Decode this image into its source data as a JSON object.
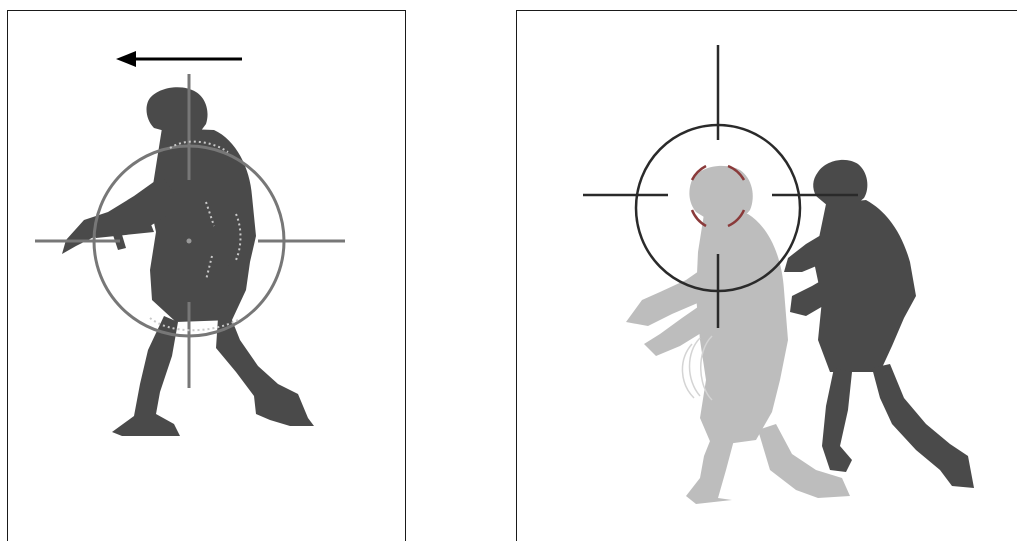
{
  "figure": {
    "left_panel": {
      "direction_arrow": "left-arrow-icon",
      "reticle": "crosshair-reticle",
      "subject": "moving-soldier-silhouette",
      "silhouette_color": "#4a4a4a",
      "reticle_color": "#777777",
      "arrow_color": "#000000"
    },
    "right_panel": {
      "reticle": "crosshair-reticle",
      "ghost_subject": "previous-position-silhouette",
      "subject": "current-soldier-silhouette",
      "silhouette_color": "#4a4a4a",
      "ghost_color": "#bdbdbd",
      "reticle_color": "#2a2a2a",
      "aim_marker_color": "#8a3a3a"
    }
  }
}
